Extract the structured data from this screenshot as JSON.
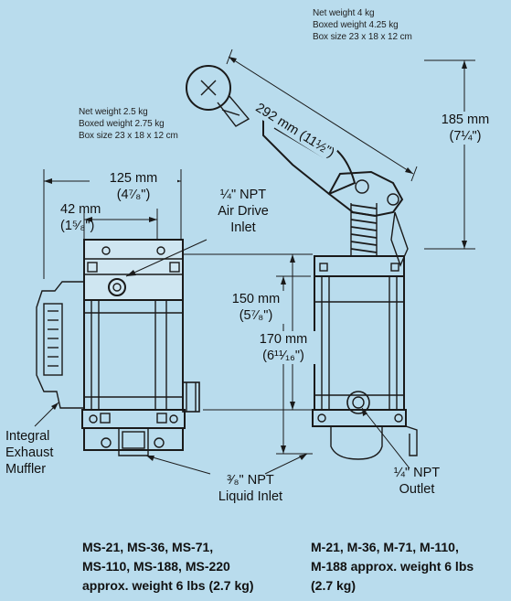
{
  "notes": {
    "right_pump": [
      "Net weight 4 kg",
      "Boxed weight 4.25 kg",
      "Box size 23 x 18 x 12 cm"
    ],
    "left_pump": [
      "Net weight 2.5 kg",
      "Boxed weight 2.75 kg",
      "Box size 23 x 18 x 12 cm"
    ]
  },
  "dimensions": {
    "width_125": [
      "125 mm",
      "(4⁷⁄₈\")"
    ],
    "width_42": [
      "42 mm",
      "(1⁵⁄₈\")"
    ],
    "handle_292": "292 mm (11½\")",
    "height_185": [
      "185 mm",
      "(7¼\")"
    ],
    "height_150": [
      "150 mm",
      "(5⁷⁄₈\")"
    ],
    "height_170": [
      "170 mm",
      "(6¹¹⁄₁₆\")"
    ]
  },
  "callouts": {
    "air_inlet": [
      "¼\" NPT",
      "Air Drive",
      "Inlet"
    ],
    "exhaust": [
      "Integral",
      "Exhaust",
      "Muffler"
    ],
    "liquid_inlet": [
      "³⁄₈\" NPT",
      "Liquid Inlet"
    ],
    "outlet": [
      "¼\" NPT",
      "Outlet"
    ]
  },
  "captions": {
    "left": [
      "MS-21, MS-36, MS-71,",
      "MS-110, MS-188, MS-220",
      "approx. weight 6 lbs (2.7 kg)"
    ],
    "right": [
      "M-21, M-36, M-71, M-110,",
      "M-188 approx. weight 6 lbs",
      "(2.7 kg)"
    ]
  },
  "colors": {
    "background": "#b9dced",
    "line": "#1a1a1a"
  }
}
